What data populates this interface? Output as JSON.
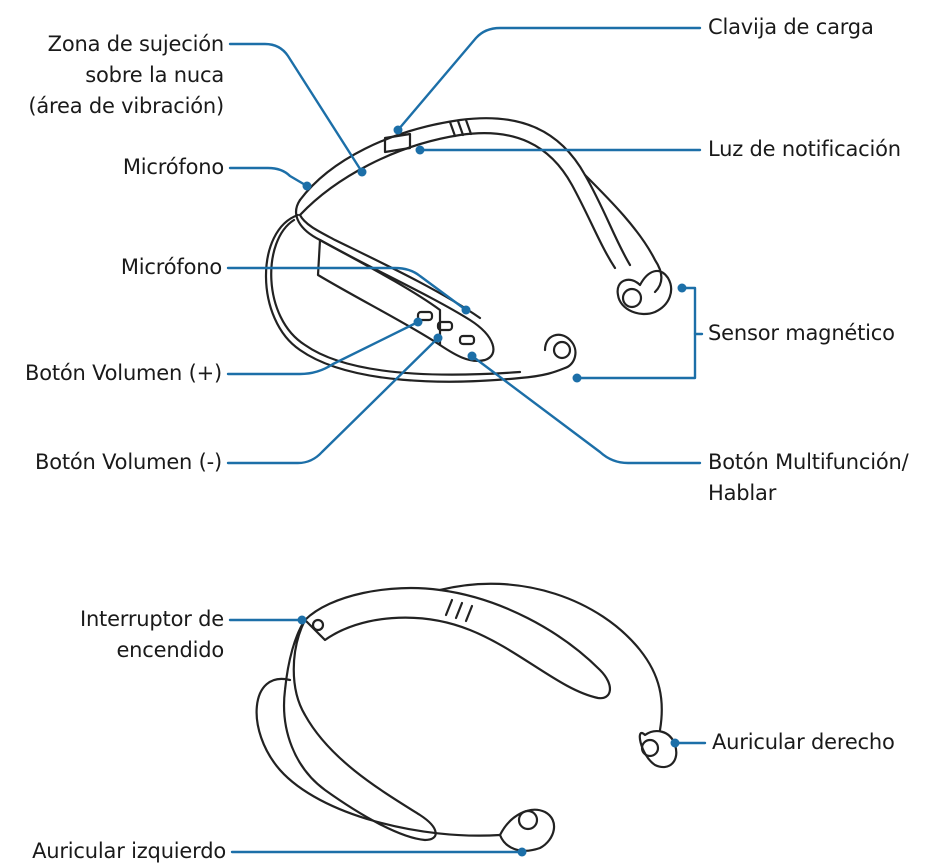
{
  "colors": {
    "callout": "#1c6fa8",
    "outline": "#222222",
    "fill": "#ffffff"
  },
  "diagram_top": {
    "labels": {
      "neck_zone": [
        "Zona de sujeción",
        "sobre la nuca",
        "(área de vibración)"
      ],
      "mic_1": "Micrófono",
      "mic_2": "Micrófono",
      "vol_plus": "Botón Volumen (+)",
      "vol_minus": "Botón Volumen (-)",
      "charge_port": "Clavija de carga",
      "notification_light": "Luz de notificación",
      "magnetic_sensor": "Sensor magnético",
      "multifunction": [
        "Botón Multifunción/",
        "Hablar"
      ]
    }
  },
  "diagram_bottom": {
    "labels": {
      "power_switch": [
        "Interruptor de",
        "encendido"
      ],
      "right_earbud": "Auricular derecho",
      "left_earbud": "Auricular izquierdo"
    }
  }
}
